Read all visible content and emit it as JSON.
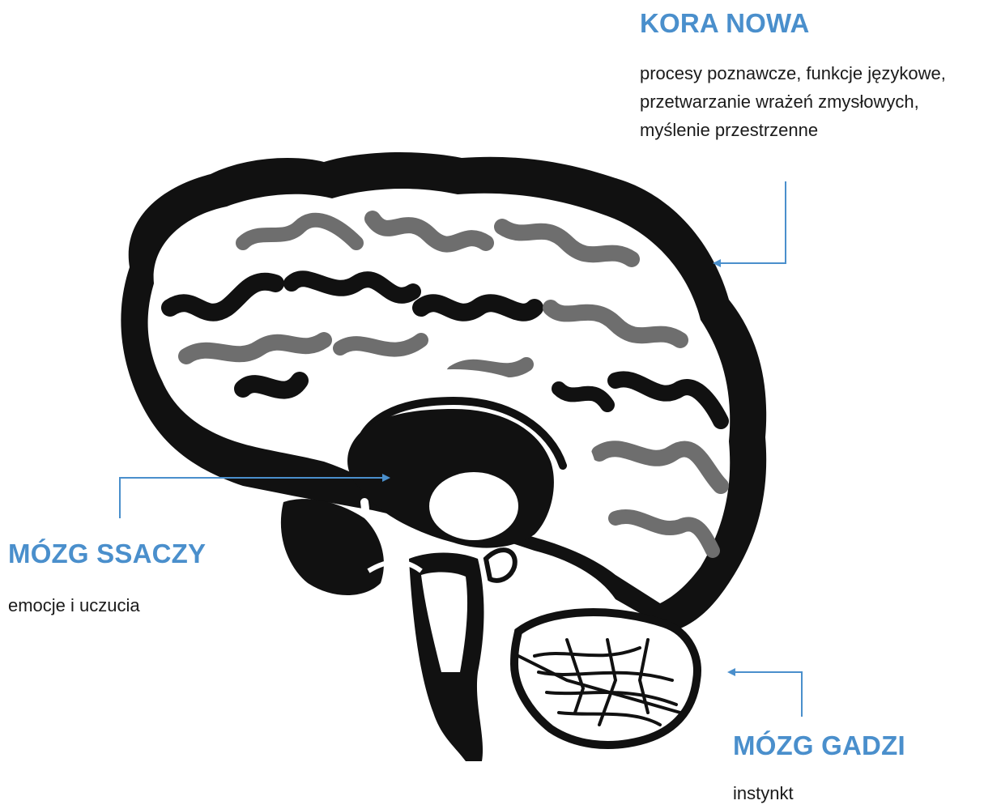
{
  "labels": {
    "neocortex": {
      "title": "KORA NOWA",
      "lines": [
        "procesy poznawcze, funkcje językowe,",
        "przetwarzanie wrażeń zmysłowych,",
        "myślenie przestrzenne"
      ]
    },
    "mammalian": {
      "title": "MÓZG SSACZY",
      "lines": [
        "emocje i uczucia"
      ]
    },
    "reptilian": {
      "title": "MÓZG GADZI",
      "lines": [
        "instynkt"
      ]
    }
  },
  "colors": {
    "accent": "#4a8fcc",
    "ink": "#111111",
    "ink_mid": "#6e6e6e",
    "paper": "#ffffff"
  }
}
